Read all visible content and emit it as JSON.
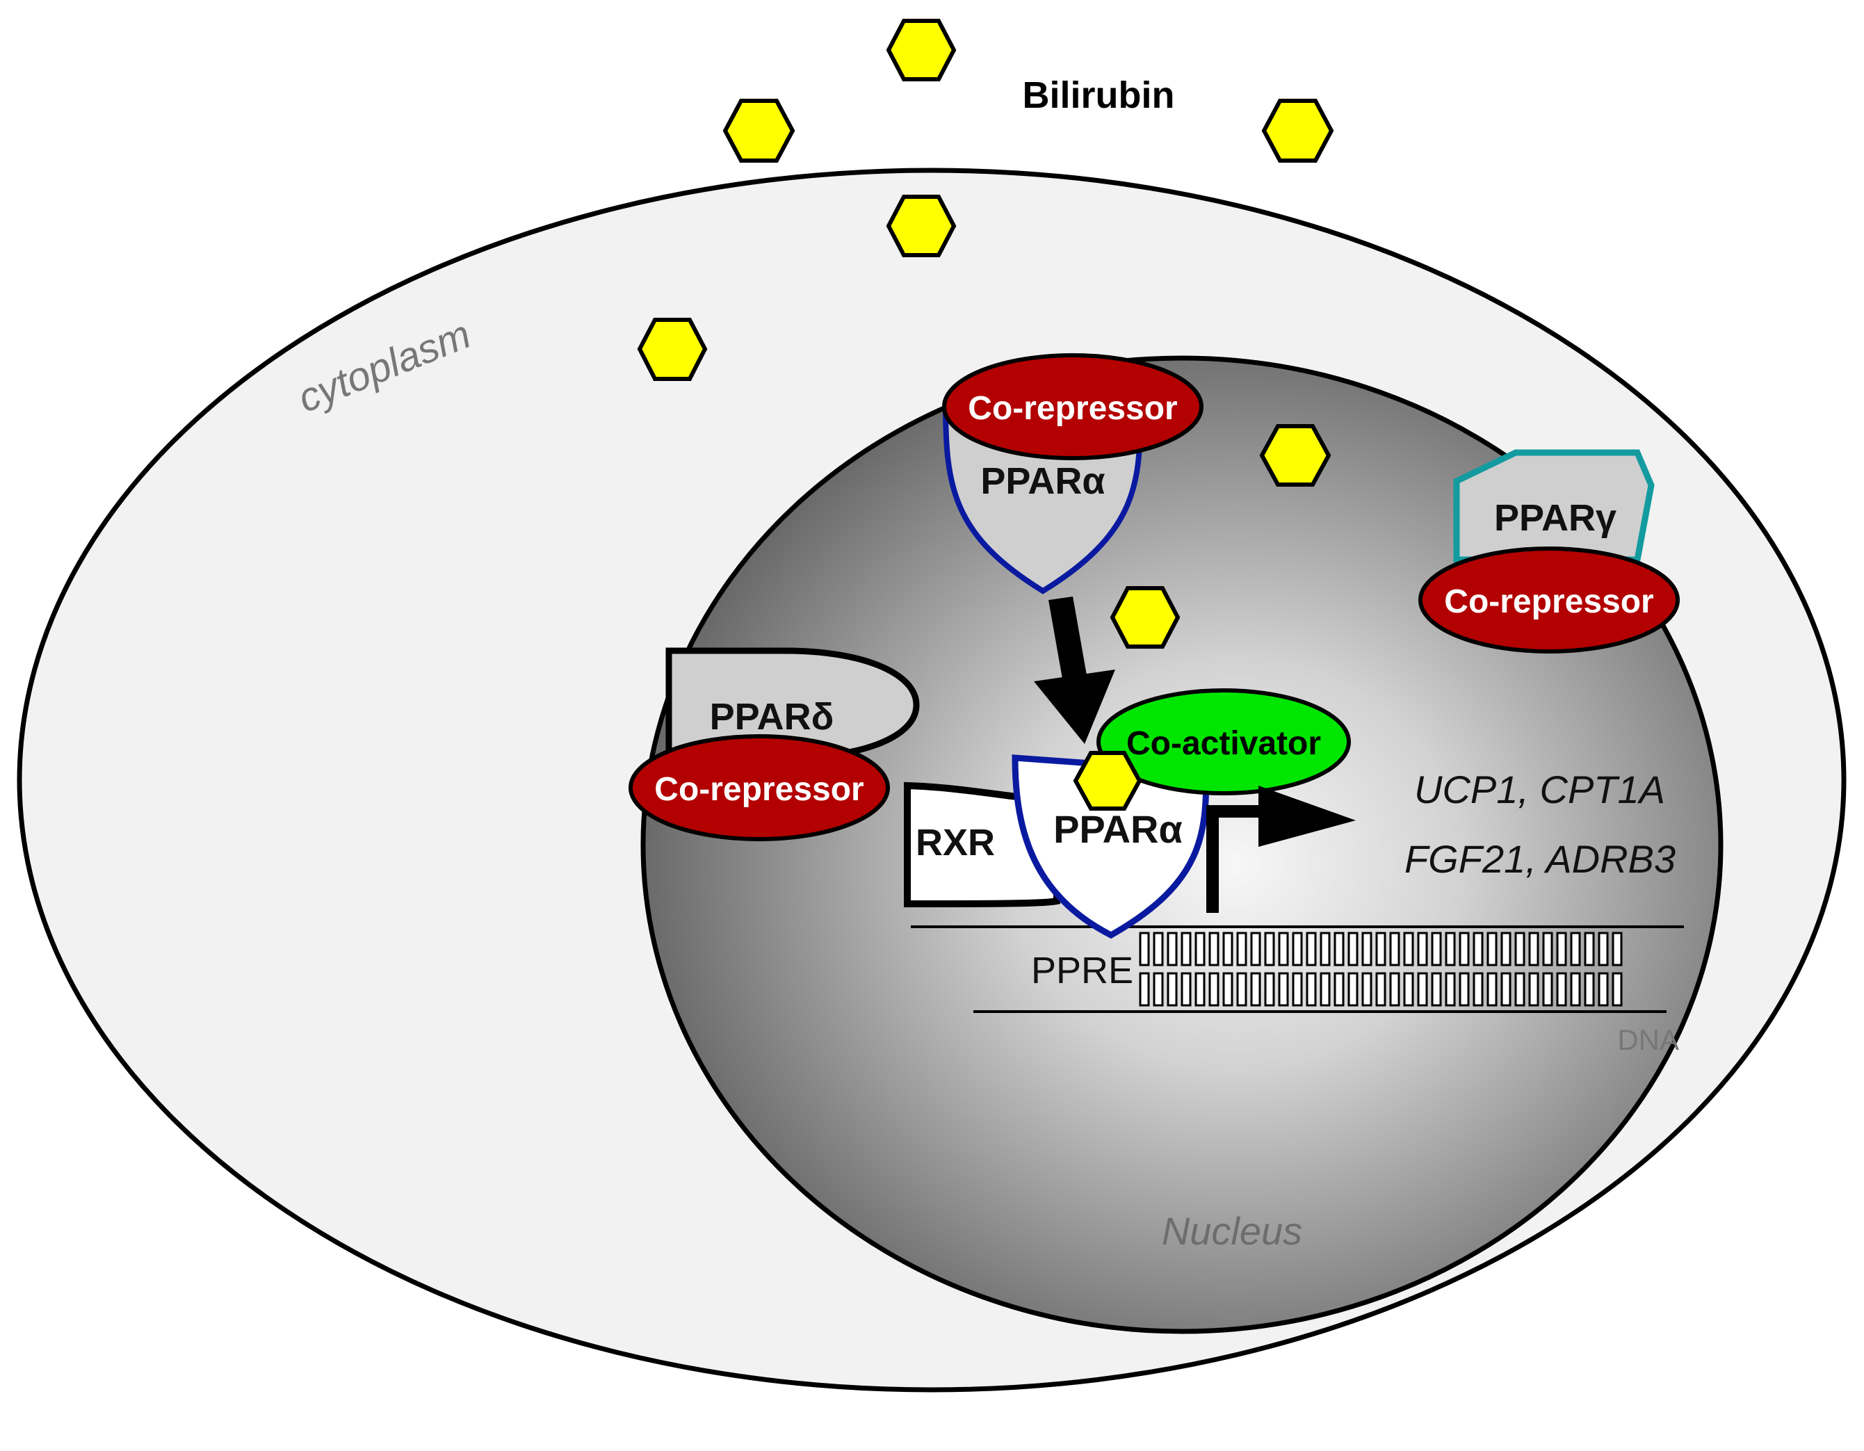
{
  "labels": {
    "ligand": "Bilirubin",
    "cytoplasm": "cytoplasm",
    "nucleus": "Nucleus",
    "dna": "DNA",
    "ppre": "PPRE",
    "ppar_alpha": "PPARα",
    "ppar_gamma": "PPARγ",
    "ppar_delta": "PPARδ",
    "rxr": "RXR",
    "co_repressor": "Co-repressor",
    "co_activator": "Co-activator",
    "genes_line1": "UCP1, CPT1A",
    "genes_line2": "FGF21, ADRB3"
  },
  "colors": {
    "ligand_fill": "#ffff00",
    "co_repressor_fill": "#b30000",
    "co_activator_fill": "#00e600",
    "ppar_alpha_outline": "#0a1aa0",
    "ppar_gamma_outline": "#139ba0",
    "cell_fill": "#f2f2f2",
    "nucleus_dark": "#555555",
    "nucleus_light": "#f7f7f7"
  },
  "icons": {
    "ligand": "yellow-hexagon",
    "translocation": "arrow-down-icon",
    "transcription": "transcription-start-arrow-icon"
  }
}
